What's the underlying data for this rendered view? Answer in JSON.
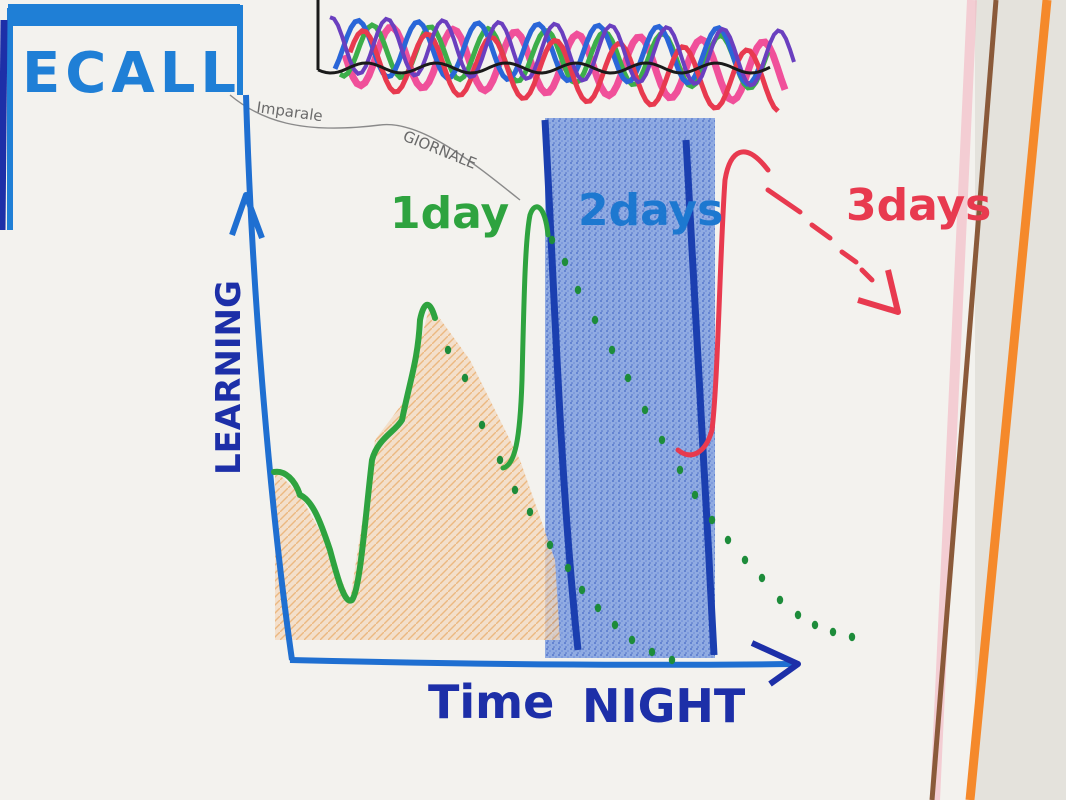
{
  "labels": {
    "title": "ECALL",
    "word_small": "Imparale",
    "word_giornale": "GIORNALE",
    "one_day": "1day",
    "two_days": "2days",
    "three_days": "3days",
    "y_axis": "LEARNING",
    "x_axis": "Time",
    "night": "NIGHT"
  },
  "colors": {
    "axis": "#1f6fd1",
    "title": "#1f7fd6",
    "learning_curve": "#2ea33f",
    "forgetting_dots": "#1d8c3a",
    "orange_fill": "#e9a55c",
    "night_band": "#4f79cf",
    "night_border": "#1b3fb0",
    "label_dark_blue": "#1d2fa8",
    "two_days": "#1d78d0",
    "three_days": "#e83a4f",
    "wave_pink": "#f0509a",
    "wave_green": "#3cae4a",
    "wave_blue": "#2a66d8",
    "wave_red": "#e83a4f",
    "wave_purple": "#6a3fbf",
    "wave_black": "#1a1a1a",
    "right_brown": "#8a5a3a",
    "right_orange": "#f5892b"
  }
}
